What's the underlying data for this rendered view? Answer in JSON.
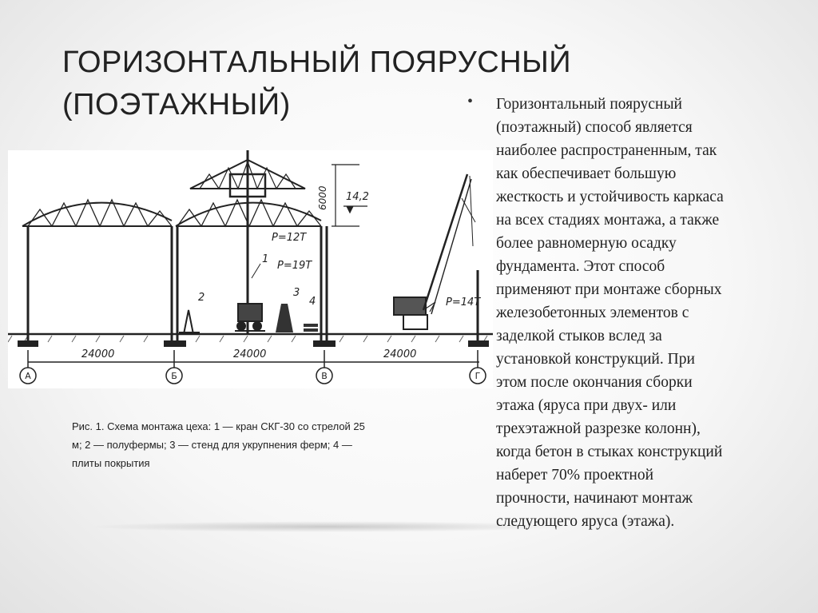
{
  "slide": {
    "title_lines": [
      "ГОРИЗОНТАЛЬНЫЙ ПОЯРУСНЫЙ",
      "(ПОЭТАЖНЫЙ)"
    ],
    "bullet_lines": [
      "Горизонтальный поярусный",
      "(поэтажный) способ является",
      "наиболее распространенным, так",
      "как обеспечивает большую",
      "жесткость и устойчивость каркаса",
      "на всех стадиях монтажа, а также",
      "более равномерную осадку",
      "фундамента. Этот способ",
      "применяют при монтаже сборных",
      "железобетонных элементов с",
      "заделкой стыков вслед за",
      "установкой конструкций. При",
      "этом после окончания сборки",
      "этажа (яруса при двух- или",
      "трехэтажной разрезке колонн),",
      "когда бетон в стыках конструкций",
      "наберет 70% проектной",
      "прочности, начинают монтаж",
      "следующего яруса (этажа)."
    ],
    "caption_lines": [
      "Рис. 1. Схема монтажа цеха: 1 — кран СКГ-30 со стрелой 25",
      "м; 2 — полуфермы; 3 — стенд для укрупнения ферм; 4 —",
      "плиты покрытия"
    ]
  },
  "figure": {
    "span_labels": [
      "24000",
      "24000",
      "24000"
    ],
    "axis_labels": [
      "А",
      "Б",
      "В",
      "Г"
    ],
    "dim_height": "6000",
    "dim_elev": "14,2",
    "load_labels": [
      "P=12T",
      "P=19T",
      "P=14T"
    ],
    "item_numbers": [
      "1",
      "2",
      "3",
      "4"
    ]
  }
}
